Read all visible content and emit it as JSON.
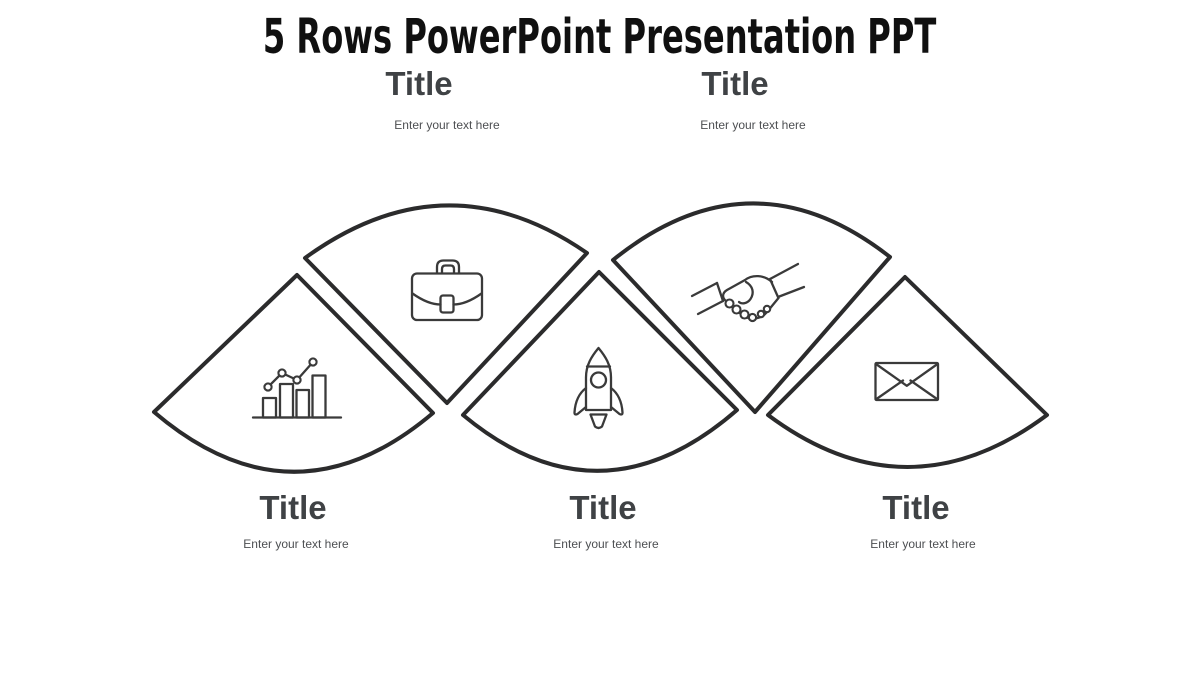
{
  "main_title": "5 Rows PowerPoint Presentation PPT",
  "top_labels": [
    {
      "title": "Title",
      "subtitle": "Enter your text here"
    },
    {
      "title": "Title",
      "subtitle": "Enter your text here"
    }
  ],
  "bottom_labels": [
    {
      "title": "Title",
      "subtitle": "Enter your text here"
    },
    {
      "title": "Title",
      "subtitle": "Enter your text here"
    },
    {
      "title": "Title",
      "subtitle": "Enter your text here"
    }
  ],
  "diagram": {
    "rows_count": 5,
    "petals": [
      {
        "name": "analytics",
        "icon": "bar-chart-icon",
        "orientation": "point-up"
      },
      {
        "name": "business",
        "icon": "briefcase-icon",
        "orientation": "point-down"
      },
      {
        "name": "launch",
        "icon": "rocket-icon",
        "orientation": "point-up"
      },
      {
        "name": "partnership",
        "icon": "handshake-icon",
        "orientation": "point-down"
      },
      {
        "name": "mail",
        "icon": "envelope-icon",
        "orientation": "point-up"
      }
    ]
  },
  "colors": {
    "background": "#ffffff",
    "shape_fill": "#ffffff",
    "petal_stroke": "#2b2b2c",
    "icon_stroke": "#3a3a3a",
    "main_title_color": "#101010",
    "heading_color": "#3f4245",
    "subtext_color": "#4d4f52"
  }
}
